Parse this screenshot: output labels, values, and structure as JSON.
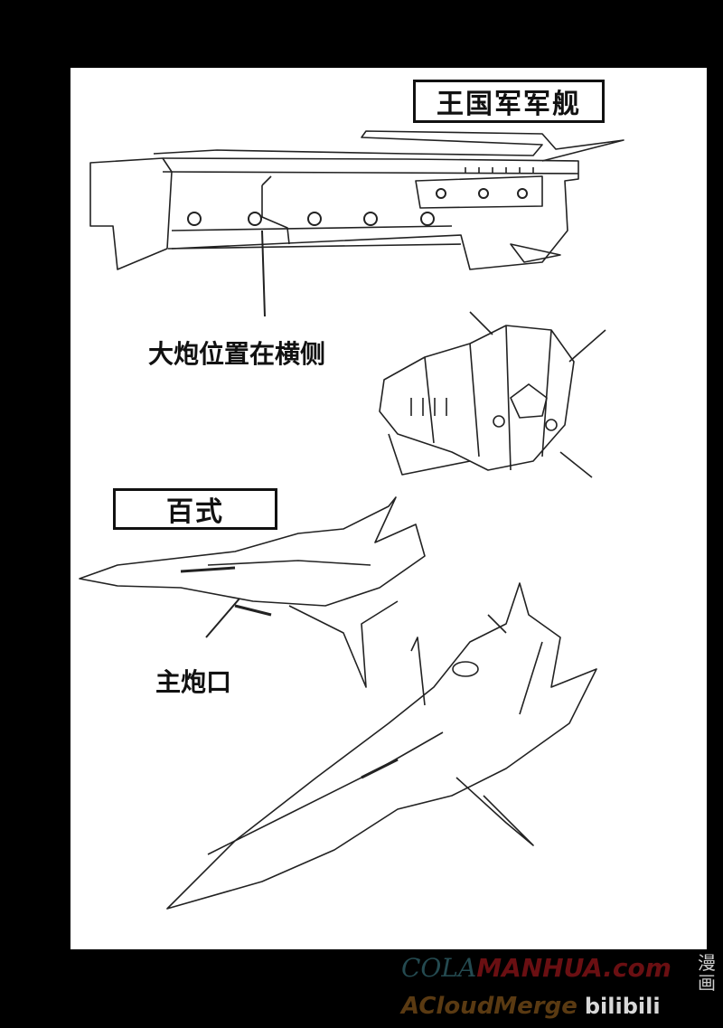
{
  "labels": {
    "warship_title": "王国军军舰",
    "cannon_note": "大炮位置在横侧",
    "hyakushiki_title": "百式",
    "main_cannon_note": "主炮口"
  },
  "watermark": {
    "site_part1": "COLA",
    "site_part2": "MANHUA.com",
    "group": "ACloudMerge",
    "brand": "bilibili",
    "brand_cn": "漫画"
  }
}
